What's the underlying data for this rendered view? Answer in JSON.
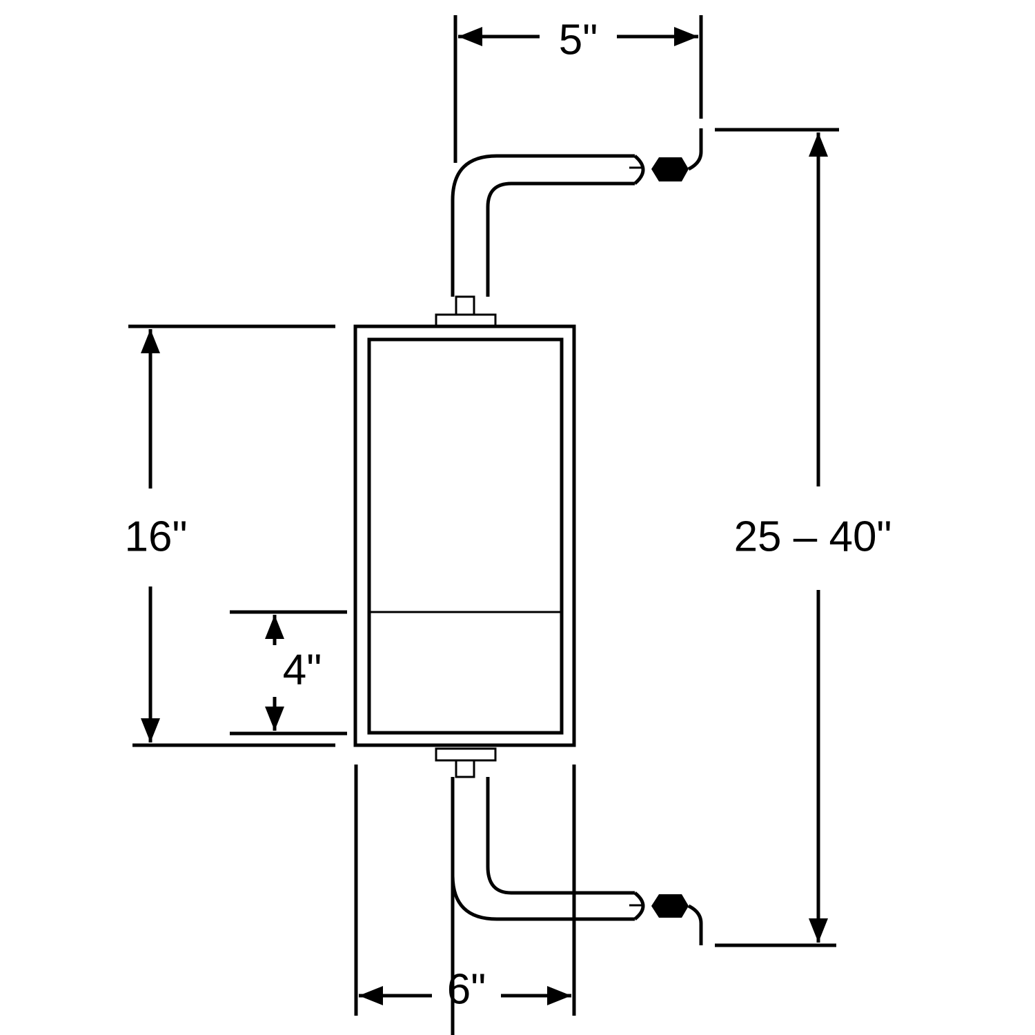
{
  "dimensions": {
    "arm_offset": "5\"",
    "mirror_height": "16\"",
    "lower_section_height": "4\"",
    "overall_span": "25 – 40\"",
    "mirror_width": "6\""
  },
  "colors": {
    "line": "#000000",
    "background": "#ffffff"
  }
}
